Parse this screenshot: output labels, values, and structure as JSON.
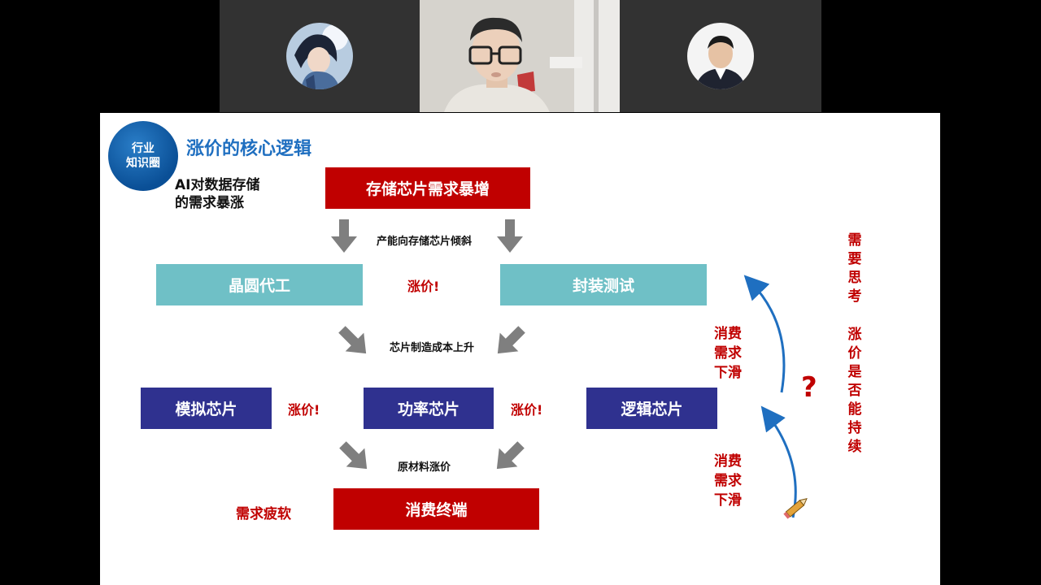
{
  "slide": {
    "badge": "行业\n知识圈",
    "title": "涨价的核心逻辑",
    "ai_note": "AI对数据存储\n的需求暴涨",
    "boxes": {
      "top": "存储芯片需求暴增",
      "wafer": "晶圆代工",
      "packaging": "封装测试",
      "analog": "模拟芯片",
      "power": "功率芯片",
      "logic": "逻辑芯片",
      "consumer": "消费终端"
    },
    "arrow_labels": {
      "capacity_shift": "产能向存储芯片倾斜",
      "cost_rise": "芯片制造成本上升",
      "material_rise": "原材料涨价"
    },
    "price_up_1": "涨价!",
    "price_up_2": "涨价!",
    "price_up_3": "涨价!",
    "weak_demand": "需求疲软",
    "consumer_decline_1": "消费需求下滑",
    "consumer_decline_2": "消费需求下滑",
    "question_mark": "?",
    "think_1": "需要思考",
    "think_2": "涨价是否能持续"
  },
  "colors": {
    "red": "#c00000",
    "teal": "#6fc0c6",
    "navy": "#2f318f",
    "title_blue": "#1f6fc0",
    "arrow_gray": "#7f7f7f",
    "curve_blue": "#1f6fc0"
  }
}
